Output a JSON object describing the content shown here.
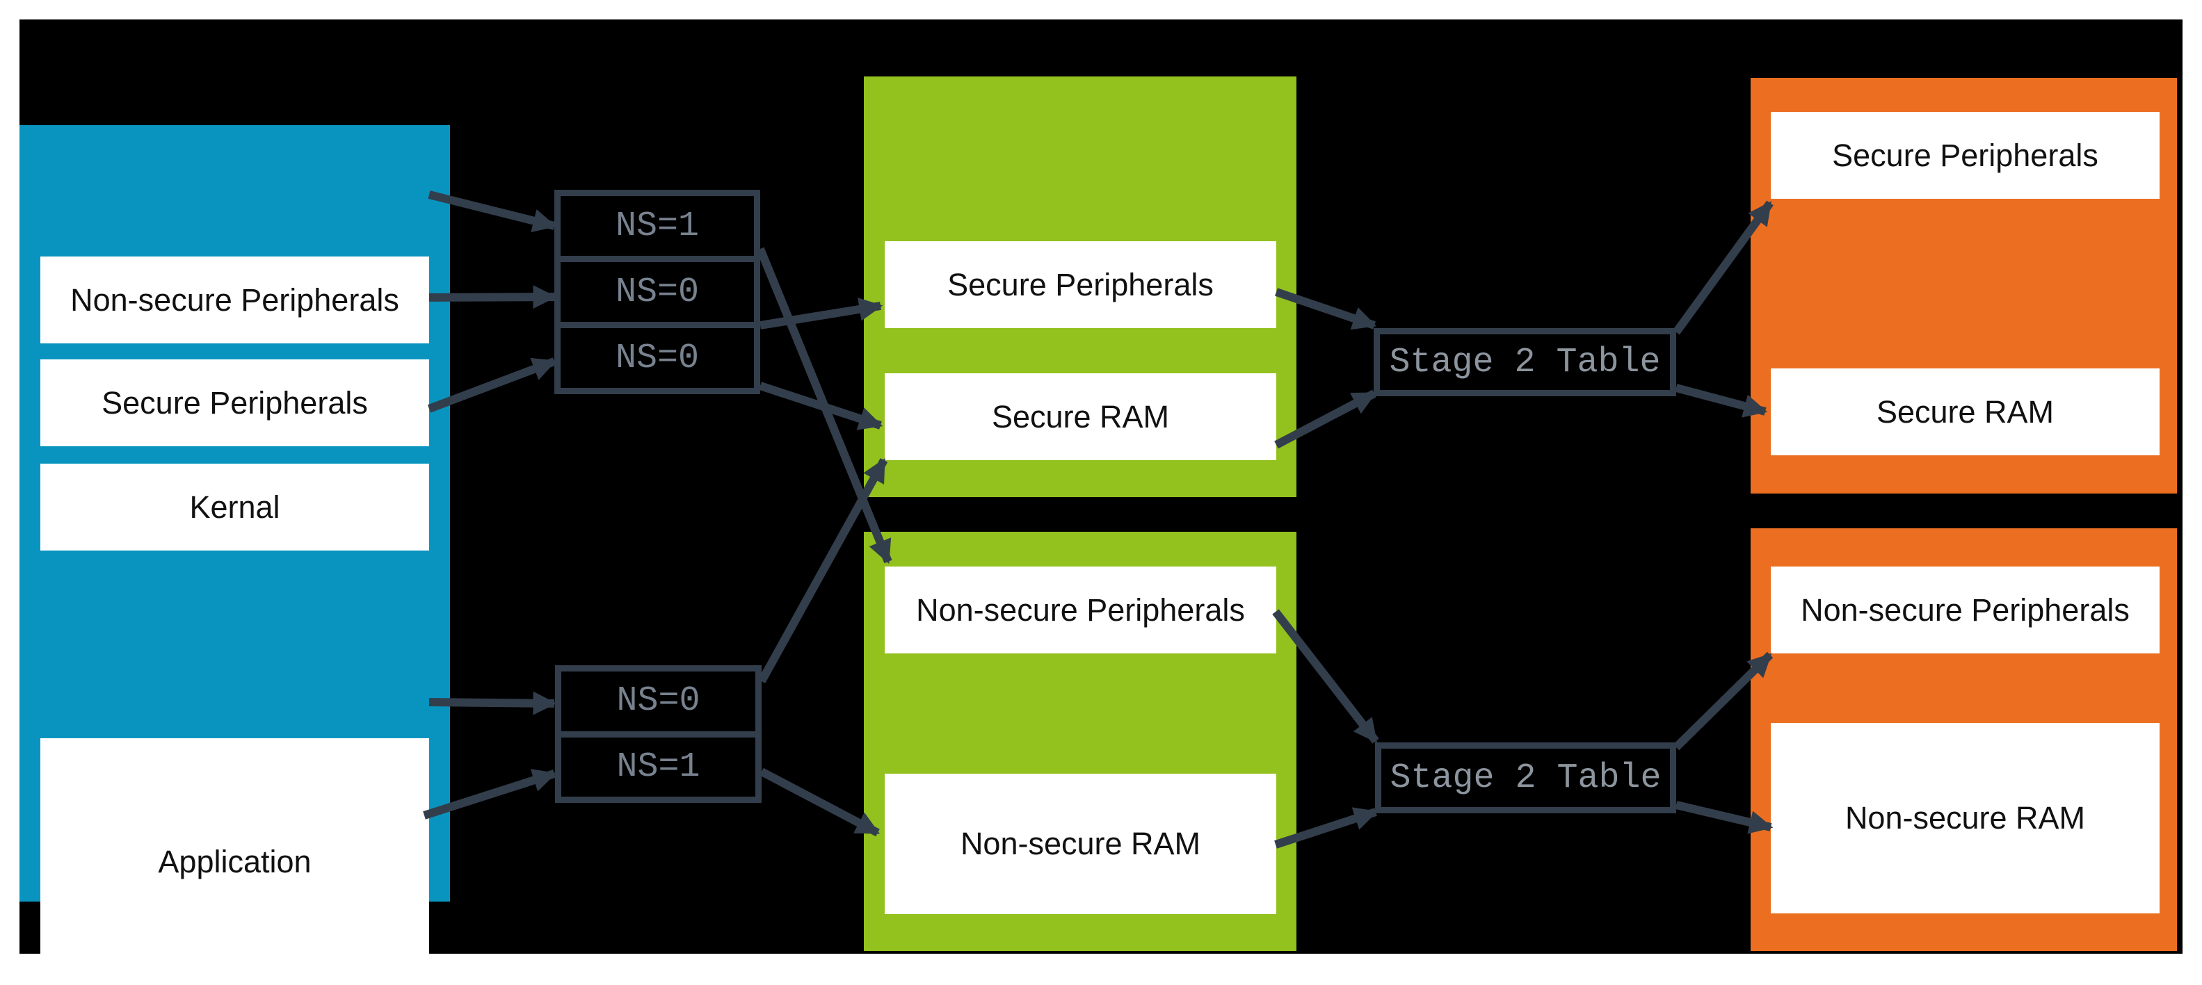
{
  "colors": {
    "background": "#000000",
    "page_margin": "#ffffff",
    "blue_panel": "#0894BE",
    "green_panel": "#93C11E",
    "orange_panel": "#EC6F21",
    "line": "#333E4C",
    "ns_text": "#78828F",
    "stage2_text": "#8C949E"
  },
  "blue_panel": {
    "items": [
      "Non-secure Peripherals",
      "Secure Peripherals",
      "Kernal",
      "Application"
    ]
  },
  "ns_table_top": {
    "rows": [
      "NS=1",
      "NS=0",
      "NS=0"
    ]
  },
  "ns_table_bottom": {
    "rows": [
      "NS=0",
      "NS=1"
    ]
  },
  "green_top": {
    "items": [
      "Secure Peripherals",
      "Secure RAM"
    ]
  },
  "green_bottom": {
    "items": [
      "Non-secure Peripherals",
      "Non-secure RAM"
    ]
  },
  "stage2_top": {
    "label": "Stage 2 Table"
  },
  "stage2_bottom": {
    "label": "Stage 2 Table"
  },
  "orange_top": {
    "items": [
      "Secure Peripherals",
      "Secure RAM"
    ]
  },
  "orange_bottom": {
    "items": [
      "Non-secure Peripherals",
      "Non-secure RAM"
    ]
  }
}
